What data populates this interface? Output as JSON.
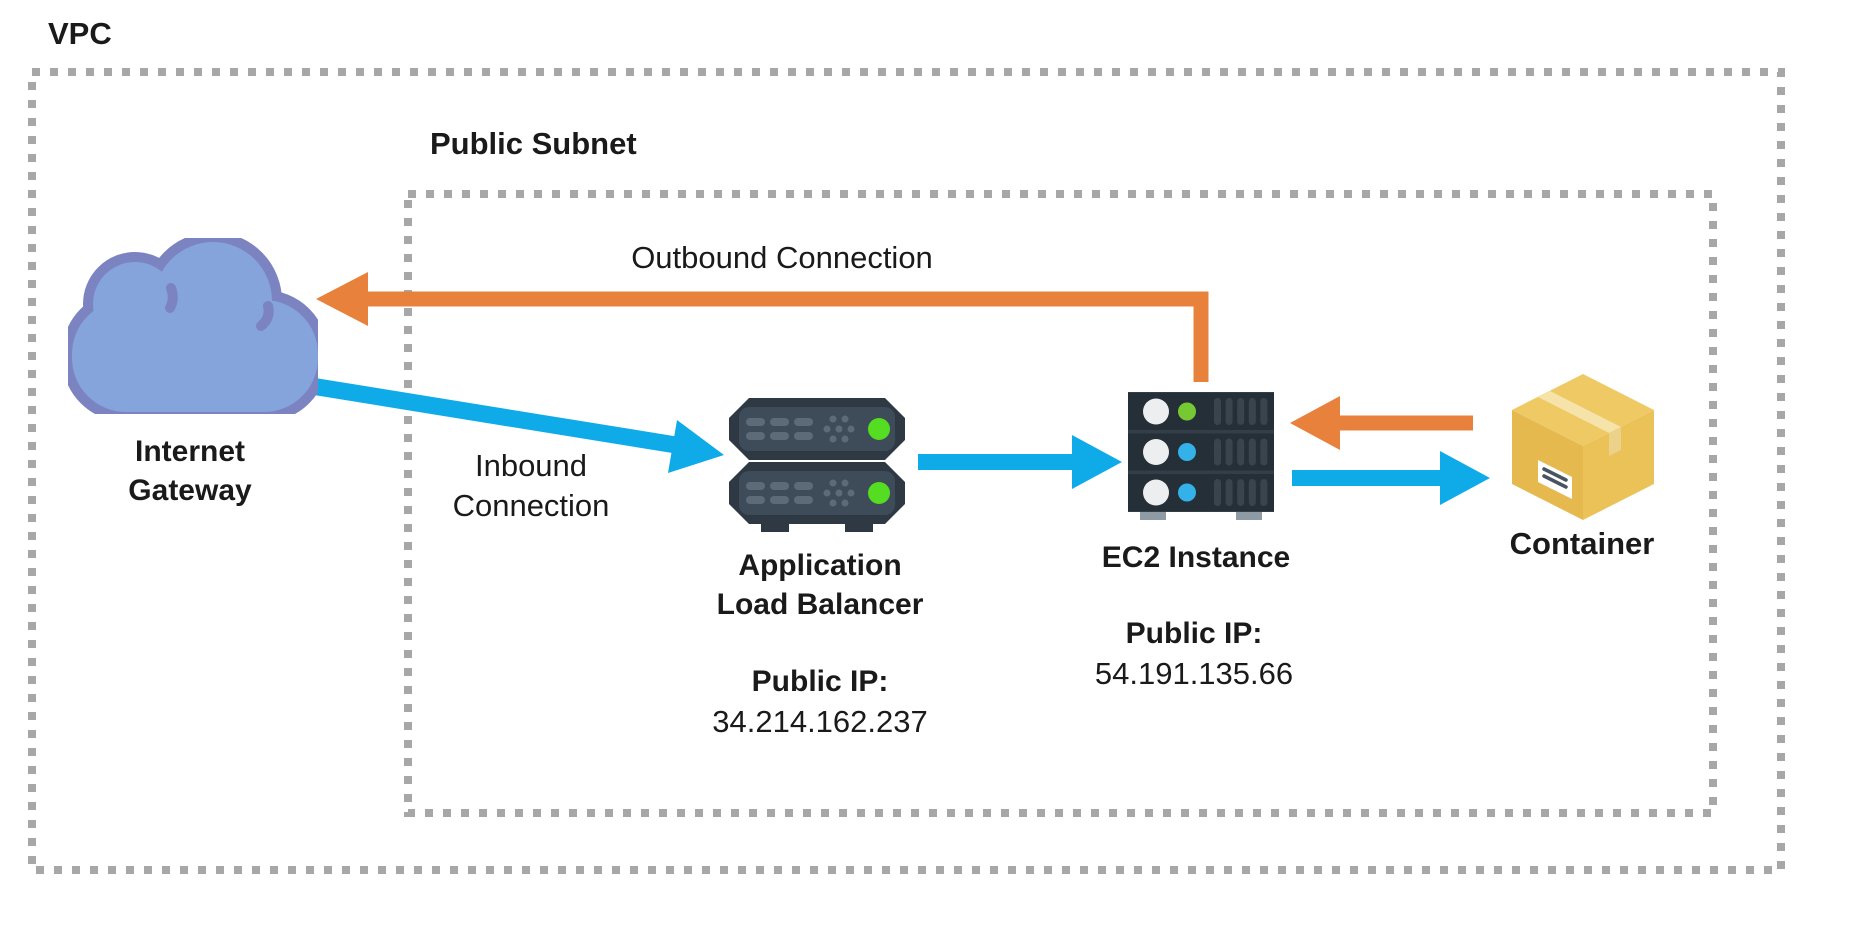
{
  "diagram": {
    "vpc": {
      "label": "VPC"
    },
    "subnet": {
      "label": "Public Subnet"
    },
    "nodes": {
      "internet_gateway": {
        "line1": "Internet",
        "line2": "Gateway"
      },
      "alb": {
        "line1": "Application",
        "line2": "Load Balancer",
        "ip_caption": "Public IP:",
        "ip_value": "34.214.162.237"
      },
      "ec2": {
        "label": "EC2 Instance",
        "ip_caption": "Public IP:",
        "ip_value": "54.191.135.66"
      },
      "container": {
        "label": "Container"
      }
    },
    "edges": {
      "outbound": {
        "label": "Outbound Connection",
        "color": "#E8813B"
      },
      "inbound": {
        "label": "Inbound Connection",
        "color": "#0FABE9"
      }
    },
    "colors": {
      "dashed_border": "#A7A7A7",
      "cloud_fill": "#85A4DB",
      "cloud_stroke": "#7B83C1",
      "server_dark": "#2E3944",
      "led_green": "#55DD22",
      "led_blue": "#33B1E8",
      "container_yellow": "#EFC964"
    }
  }
}
